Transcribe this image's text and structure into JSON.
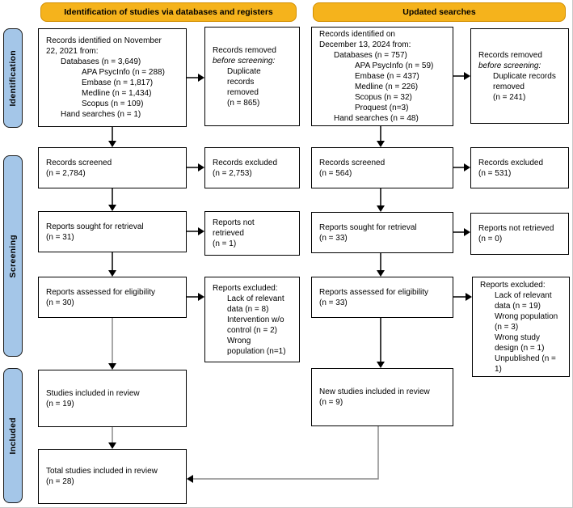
{
  "headers": {
    "left": "Identification of studies via databases and registers",
    "right": "Updated searches"
  },
  "sidebar": {
    "items": [
      {
        "label": "Identification"
      },
      {
        "label": "Screening"
      },
      {
        "label": "Included"
      }
    ]
  },
  "colors": {
    "header_bg": "#F5B31C",
    "header_border": "#D28E00",
    "sidebar_bg": "#A4C6E8",
    "sidebar_border": "#1a1a1a",
    "box_border": "#000000",
    "arrow_black": "#000000",
    "arrow_gray": "#8a8a8a",
    "text": "#000000",
    "background": "#ffffff"
  },
  "boxes": {
    "initial_identified": {
      "lines": [
        {
          "text": "Records identified on November",
          "indent": 0
        },
        {
          "text": "22, 2021 from:",
          "indent": 0
        },
        {
          "text": "Databases (n = 3,649)",
          "indent": 1
        },
        {
          "text": "APA PsycInfo (n = 288)",
          "indent": 2
        },
        {
          "text": "Embase (n = 1,817)",
          "indent": 2
        },
        {
          "text": "Medline (n = 1,434)",
          "indent": 2
        },
        {
          "text": "Scopus (n = 109)",
          "indent": 2
        },
        {
          "text": "Hand searches (n = 1)",
          "indent": 1
        }
      ]
    },
    "initial_removed": {
      "lines": [
        {
          "text": "Records removed",
          "indent": 0
        },
        {
          "text": "before screening:",
          "indent": 0,
          "italic": true
        },
        {
          "text": "Duplicate",
          "indent": 1
        },
        {
          "text": "records",
          "indent": 1
        },
        {
          "text": "removed",
          "indent": 1
        },
        {
          "text": "(n = 865)",
          "indent": 1
        }
      ]
    },
    "initial_screened": {
      "lines": [
        {
          "text": "Records screened",
          "indent": 0
        },
        {
          "text": "(n = 2,784)",
          "indent": 0
        }
      ]
    },
    "initial_screened_excluded": {
      "lines": [
        {
          "text": "Records excluded",
          "indent": 0
        },
        {
          "text": "(n = 2,753)",
          "indent": 0
        }
      ]
    },
    "initial_retrieval": {
      "lines": [
        {
          "text": "Reports sought for retrieval",
          "indent": 0
        },
        {
          "text": "(n = 31)",
          "indent": 0
        }
      ]
    },
    "initial_not_retrieved": {
      "lines": [
        {
          "text": "Reports not",
          "indent": 0
        },
        {
          "text": "retrieved",
          "indent": 0
        },
        {
          "text": "(n = 1)",
          "indent": 0
        }
      ]
    },
    "initial_eligibility": {
      "lines": [
        {
          "text": "Reports assessed for eligibility",
          "indent": 0
        },
        {
          "text": "(n = 30)",
          "indent": 0
        }
      ]
    },
    "initial_eligibility_excluded": {
      "lines": [
        {
          "text": "Reports excluded:",
          "indent": 0
        },
        {
          "text": "Lack of relevant",
          "indent": 1
        },
        {
          "text": "data (n = 8)",
          "indent": 1
        },
        {
          "text": "Intervention w/o",
          "indent": 1
        },
        {
          "text": "control (n = 2)",
          "indent": 1
        },
        {
          "text": "Wrong",
          "indent": 1
        },
        {
          "text": "population (n=1)",
          "indent": 1
        }
      ]
    },
    "initial_included": {
      "lines": [
        {
          "text": "Studies included in review",
          "indent": 0
        },
        {
          "text": "(n = 19)",
          "indent": 0
        }
      ]
    },
    "total_included": {
      "lines": [
        {
          "text": "Total studies included in review",
          "indent": 0
        },
        {
          "text": "(n = 28)",
          "indent": 0
        }
      ]
    },
    "updated_identified": {
      "lines": [
        {
          "text": "Records identified on",
          "indent": 0
        },
        {
          "text": "December 13, 2024 from:",
          "indent": 0
        },
        {
          "text": "Databases (n = 757)",
          "indent": 1
        },
        {
          "text": "APA PsycInfo (n = 59)",
          "indent": 2
        },
        {
          "text": "Embase (n = 437)",
          "indent": 2
        },
        {
          "text": "Medline (n = 226)",
          "indent": 2
        },
        {
          "text": "Scopus (n = 32)",
          "indent": 2
        },
        {
          "text": "Proquest (n=3)",
          "indent": 2
        },
        {
          "text": "Hand searches (n = 48)",
          "indent": 1
        }
      ]
    },
    "updated_removed": {
      "lines": [
        {
          "text": "Records removed",
          "indent": 0
        },
        {
          "text": "before screening:",
          "indent": 0,
          "italic": true
        },
        {
          "text": "Duplicate records",
          "indent": 1
        },
        {
          "text": "removed",
          "indent": 1
        },
        {
          "text": "(n = 241)",
          "indent": 1
        }
      ]
    },
    "updated_screened": {
      "lines": [
        {
          "text": "Records screened",
          "indent": 0
        },
        {
          "text": "(n = 564)",
          "indent": 0
        }
      ]
    },
    "updated_screened_excluded": {
      "lines": [
        {
          "text": "Records excluded",
          "indent": 0
        },
        {
          "text": "(n = 531)",
          "indent": 0
        }
      ]
    },
    "updated_retrieval": {
      "lines": [
        {
          "text": "Reports sought for retrieval",
          "indent": 0
        },
        {
          "text": "(n = 33)",
          "indent": 0
        }
      ]
    },
    "updated_not_retrieved": {
      "lines": [
        {
          "text": "Reports not retrieved",
          "indent": 0
        },
        {
          "text": "(n = 0)",
          "indent": 0
        }
      ]
    },
    "updated_eligibility": {
      "lines": [
        {
          "text": "Reports assessed for eligibility",
          "indent": 0
        },
        {
          "text": "(n = 33)",
          "indent": 0
        }
      ]
    },
    "updated_eligibility_excluded": {
      "lines": [
        {
          "text": "Reports excluded:",
          "indent": 0
        },
        {
          "text": "Lack of relevant",
          "indent": 1
        },
        {
          "text": "data (n = 19)",
          "indent": 1
        },
        {
          "text": "Wrong population",
          "indent": 1
        },
        {
          "text": "(n = 3)",
          "indent": 1
        },
        {
          "text": "Wrong study",
          "indent": 1
        },
        {
          "text": "design (n = 1)",
          "indent": 1
        },
        {
          "text": "Unpublished (n =",
          "indent": 1
        },
        {
          "text": "1)",
          "indent": 1
        }
      ]
    },
    "updated_included": {
      "lines": [
        {
          "text": "New studies included in review",
          "indent": 0
        },
        {
          "text": "(n = 9)",
          "indent": 0
        }
      ]
    }
  }
}
